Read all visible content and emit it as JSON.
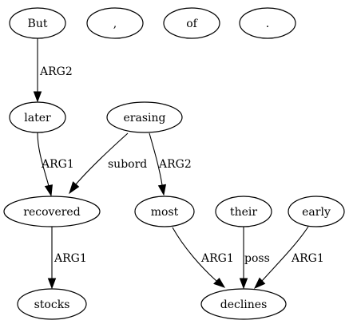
{
  "nodes": {
    "but": "But",
    "comma": ",",
    "of": "of",
    "period": ".",
    "later": "later",
    "erasing": "erasing",
    "recovered": "recovered",
    "most": "most",
    "their": "their",
    "early": "early",
    "stocks": "stocks",
    "declines": "declines"
  },
  "edges": {
    "but_later": "ARG2",
    "later_recovered": "ARG1",
    "erasing_recovered": "subord",
    "erasing_most": "ARG2",
    "recovered_stocks": "ARG1",
    "most_declines": "ARG1",
    "their_declines": "poss",
    "early_declines": "ARG1"
  }
}
